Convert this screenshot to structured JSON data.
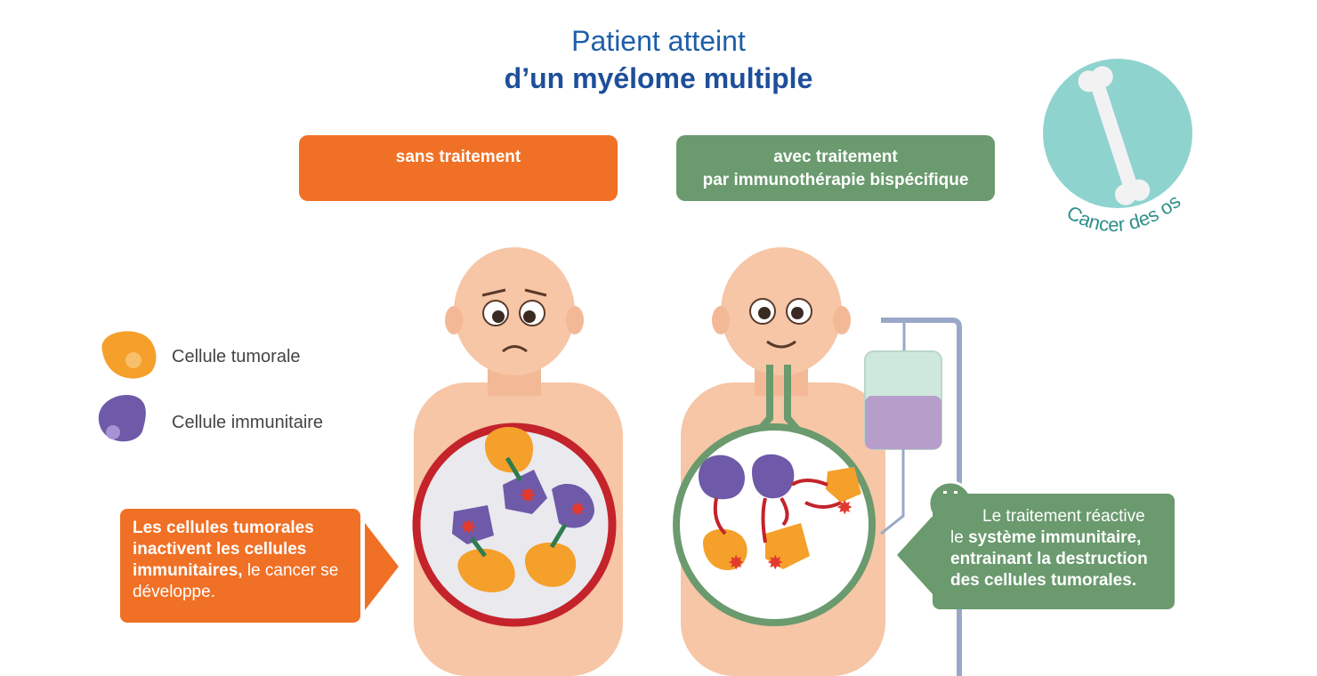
{
  "header": {
    "title_line1": "Patient atteint",
    "title_line2": "d’un myélome multiple"
  },
  "badge": {
    "text": "Cancer des os"
  },
  "labels": {
    "left": "sans traitement",
    "right_line1": "avec traitement",
    "right_line2": "par immunothérapie bispécifique"
  },
  "legend": {
    "tumor": "Cellule tumorale",
    "immune": "Cellule immunitaire"
  },
  "callout_left": {
    "bold1": "Les cellules tumorales",
    "bold2": "inactivent les cellules",
    "bold3": "immunitaires,",
    "rest1": " le cancer se",
    "rest2": "développe."
  },
  "callout_right": {
    "line1": "Le traitement réactive",
    "line2_normal": "le ",
    "line2_bold": "système immunitaire,",
    "line3": "entrainant la destruction",
    "line4": "des cellules tumorales."
  },
  "colors": {
    "orange": "#f07025",
    "green": "#6a9a6e",
    "title_blue": "#1d5fa8",
    "tumor_cell": "#f5a02a",
    "immune_cell": "#6e5aa8",
    "skin": "#f6c6a6",
    "bone_badge": "#8fd3cf",
    "ring_red": "#c4232b",
    "ring_green": "#6a9a6e"
  },
  "icons": [
    "bone-icon",
    "antibody-icon",
    "iv-bag-icon",
    "tumor-cell-icon",
    "immune-cell-icon"
  ]
}
